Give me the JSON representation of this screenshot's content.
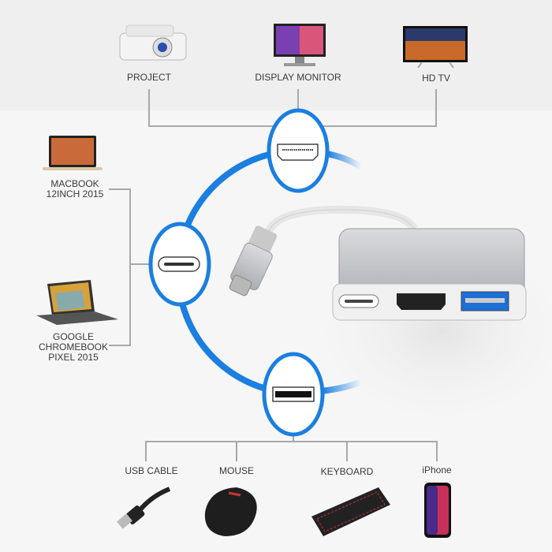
{
  "top_devices": [
    {
      "label": "PROJECT",
      "icon": "projector-icon"
    },
    {
      "label": "DISPLAY MONITOR",
      "icon": "monitor-icon"
    },
    {
      "label": "HD TV",
      "icon": "tv-icon"
    }
  ],
  "left_devices": [
    {
      "label_line1": "MACBOOK",
      "label_line2": "12INCH 2015",
      "icon": "laptop-icon"
    },
    {
      "label_line1": "GOOGLE",
      "label_line2": "CHROMEBOOK",
      "label_line3": "PIXEL 2015",
      "icon": "laptop-icon"
    }
  ],
  "bottom_devices": [
    {
      "label": "USB CABLE",
      "icon": "usb-cable-icon"
    },
    {
      "label": "MOUSE",
      "icon": "mouse-icon"
    },
    {
      "label": "KEYBOARD",
      "icon": "keyboard-icon"
    },
    {
      "label": "iPhone",
      "icon": "phone-icon"
    }
  ],
  "ports": [
    "hdmi-port-icon",
    "usb-c-port-icon",
    "usb-a-port-icon"
  ],
  "colors": {
    "accent": "#1a7fe0",
    "line": "#a8a8a8",
    "text": "#3a3a3a"
  }
}
